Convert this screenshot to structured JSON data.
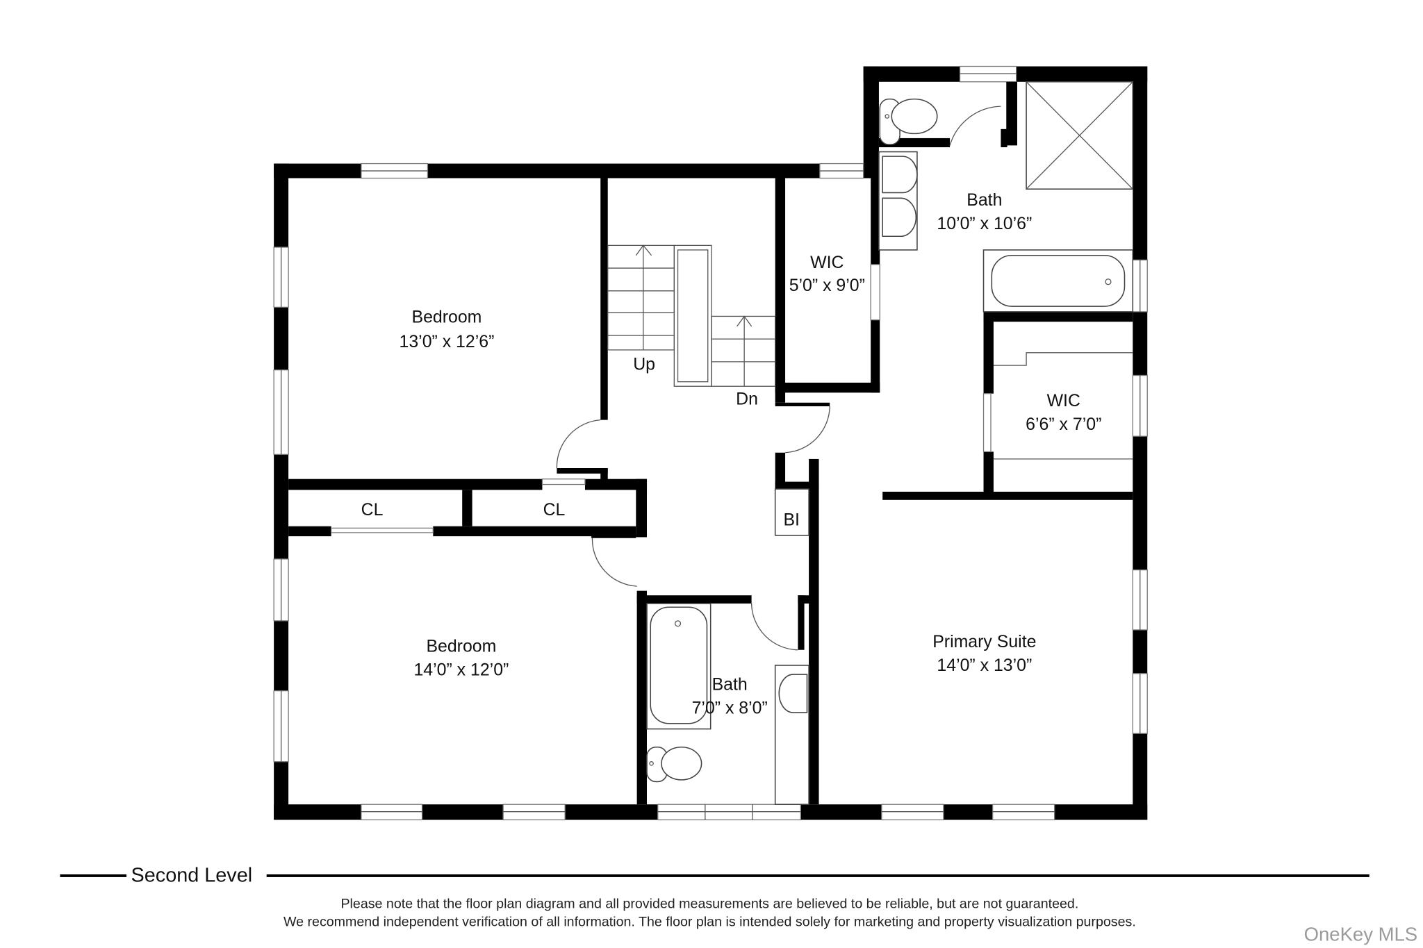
{
  "plan": {
    "level_label": "Second Level",
    "rooms": [
      {
        "name": "Bedroom",
        "dims": "13’0” x 12’6”"
      },
      {
        "name": "Bedroom",
        "dims": "14’0” x 12’0”"
      },
      {
        "name": "WIC",
        "dims": "5’0” x 9’0”"
      },
      {
        "name": "Bath",
        "dims": "10’0” x 10’6”"
      },
      {
        "name": "WIC",
        "dims": "6’6” x 7’0”"
      },
      {
        "name": "Bath",
        "dims": "7’0” x 8’0”"
      },
      {
        "name": "Primary Suite",
        "dims": "14’0” x 13’0”"
      }
    ],
    "closets": [
      "CL",
      "CL"
    ],
    "built_in": "BI",
    "stairs": {
      "up": "Up",
      "down": "Dn"
    }
  },
  "footer": {
    "disclaimer_line1": "Please note that the floor plan diagram and all provided measurements are believed to be reliable, but are not guaranteed.",
    "disclaimer_line2": "We recommend independent verification of all information. The floor plan is intended solely for marketing and property visualization purposes.",
    "watermark": "OneKey MLS"
  }
}
